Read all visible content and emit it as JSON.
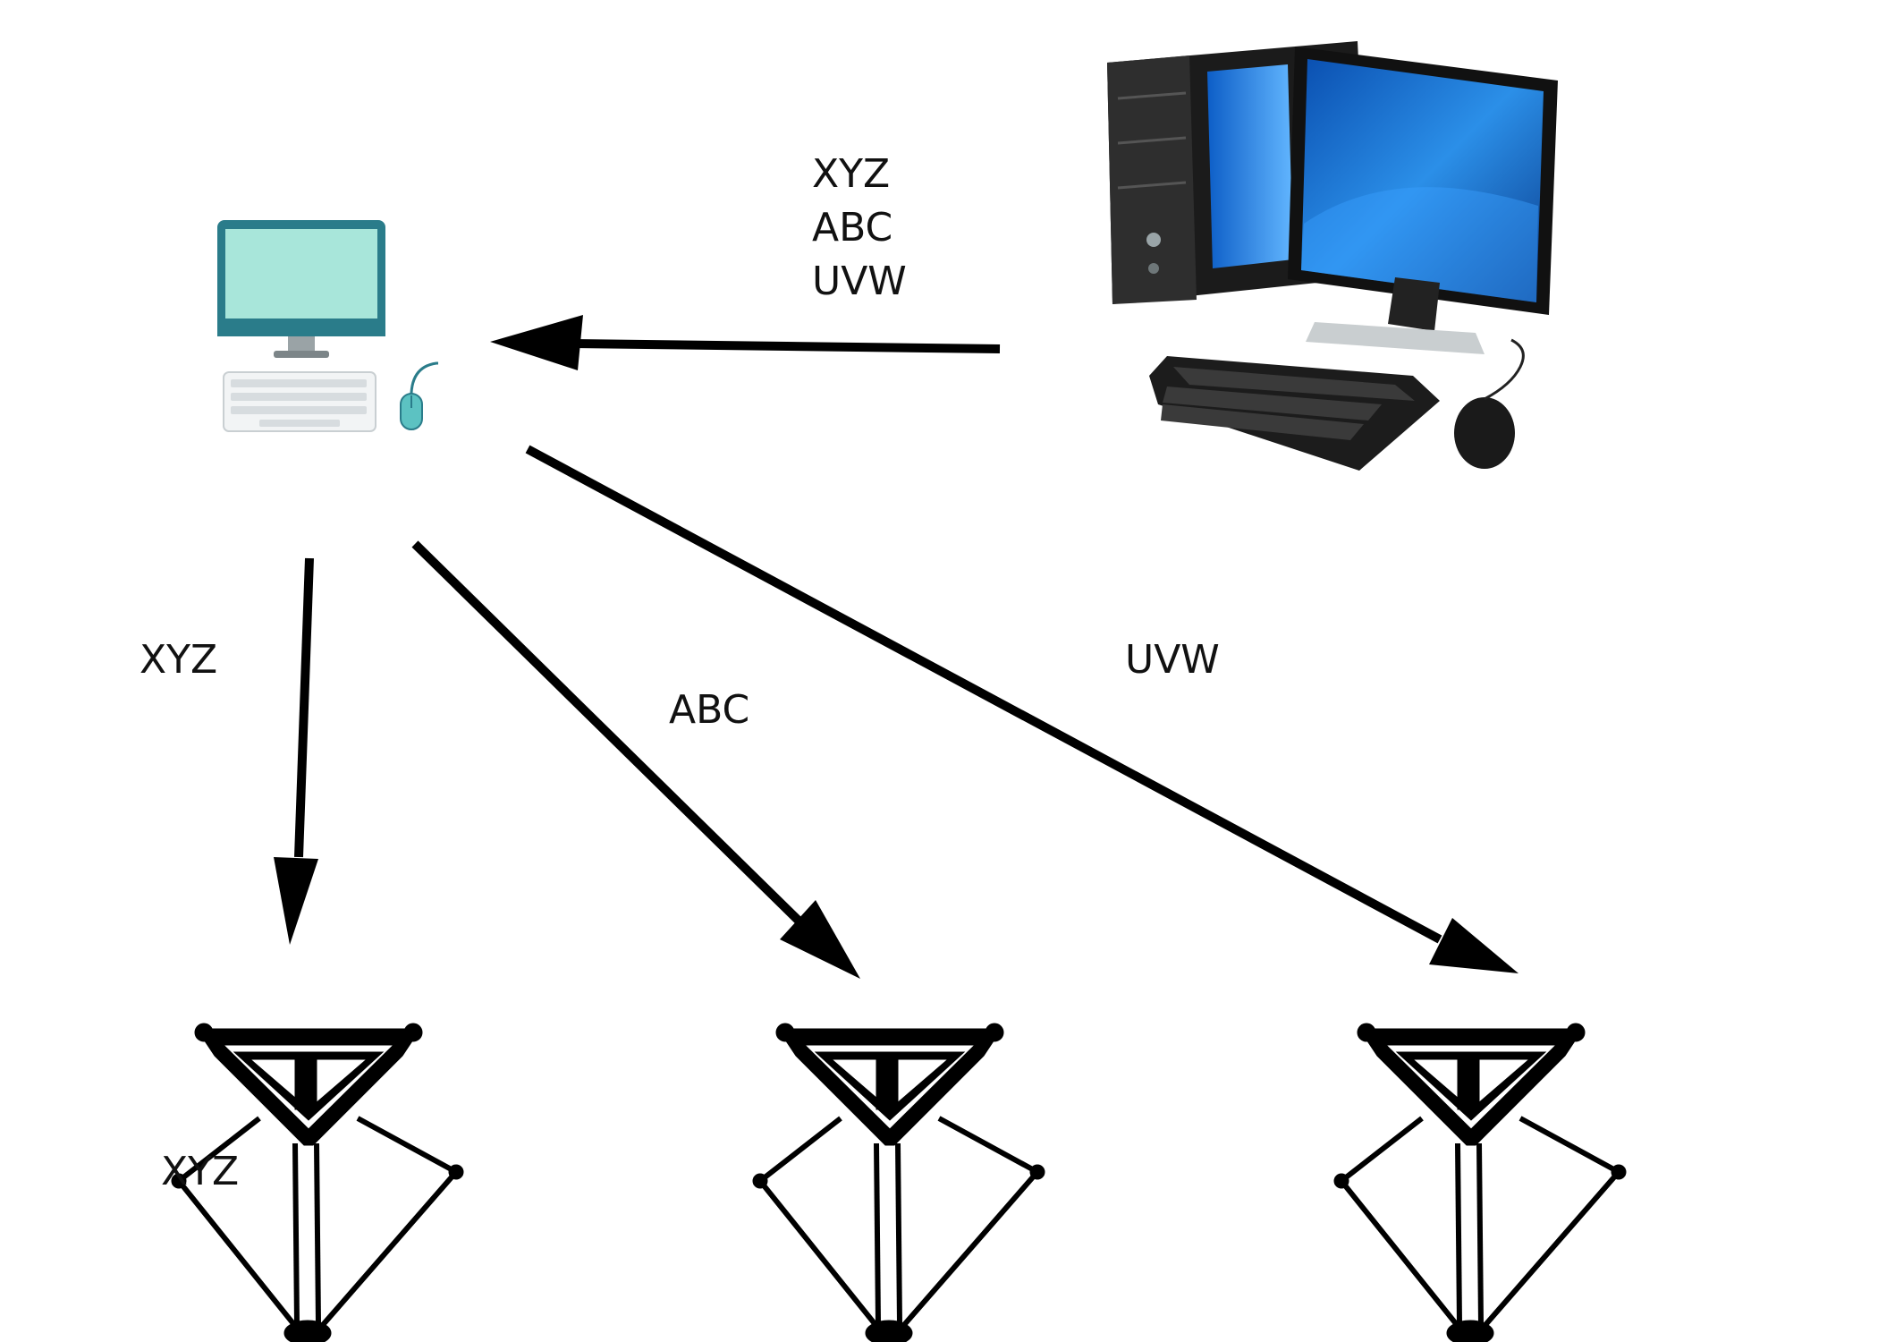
{
  "diagram": {
    "master_labels": [
      "XYZ",
      "ABC",
      "UVW"
    ],
    "edges": [
      {
        "id": "master-to-client",
        "label": ""
      },
      {
        "id": "client-to-robot-1",
        "label": "XYZ"
      },
      {
        "id": "client-to-robot-2",
        "label": "ABC"
      },
      {
        "id": "client-to-robot-3",
        "label": "UVW"
      }
    ],
    "robot_labels": [
      "XYZ",
      "",
      ""
    ]
  },
  "colors": {
    "arrow": "#000000",
    "client_screen": "#a8e6da",
    "client_frame": "#2a7c8a",
    "tower": "#1b1b1b",
    "monitor_screen": "#1f78d8",
    "robot": "#000000"
  }
}
